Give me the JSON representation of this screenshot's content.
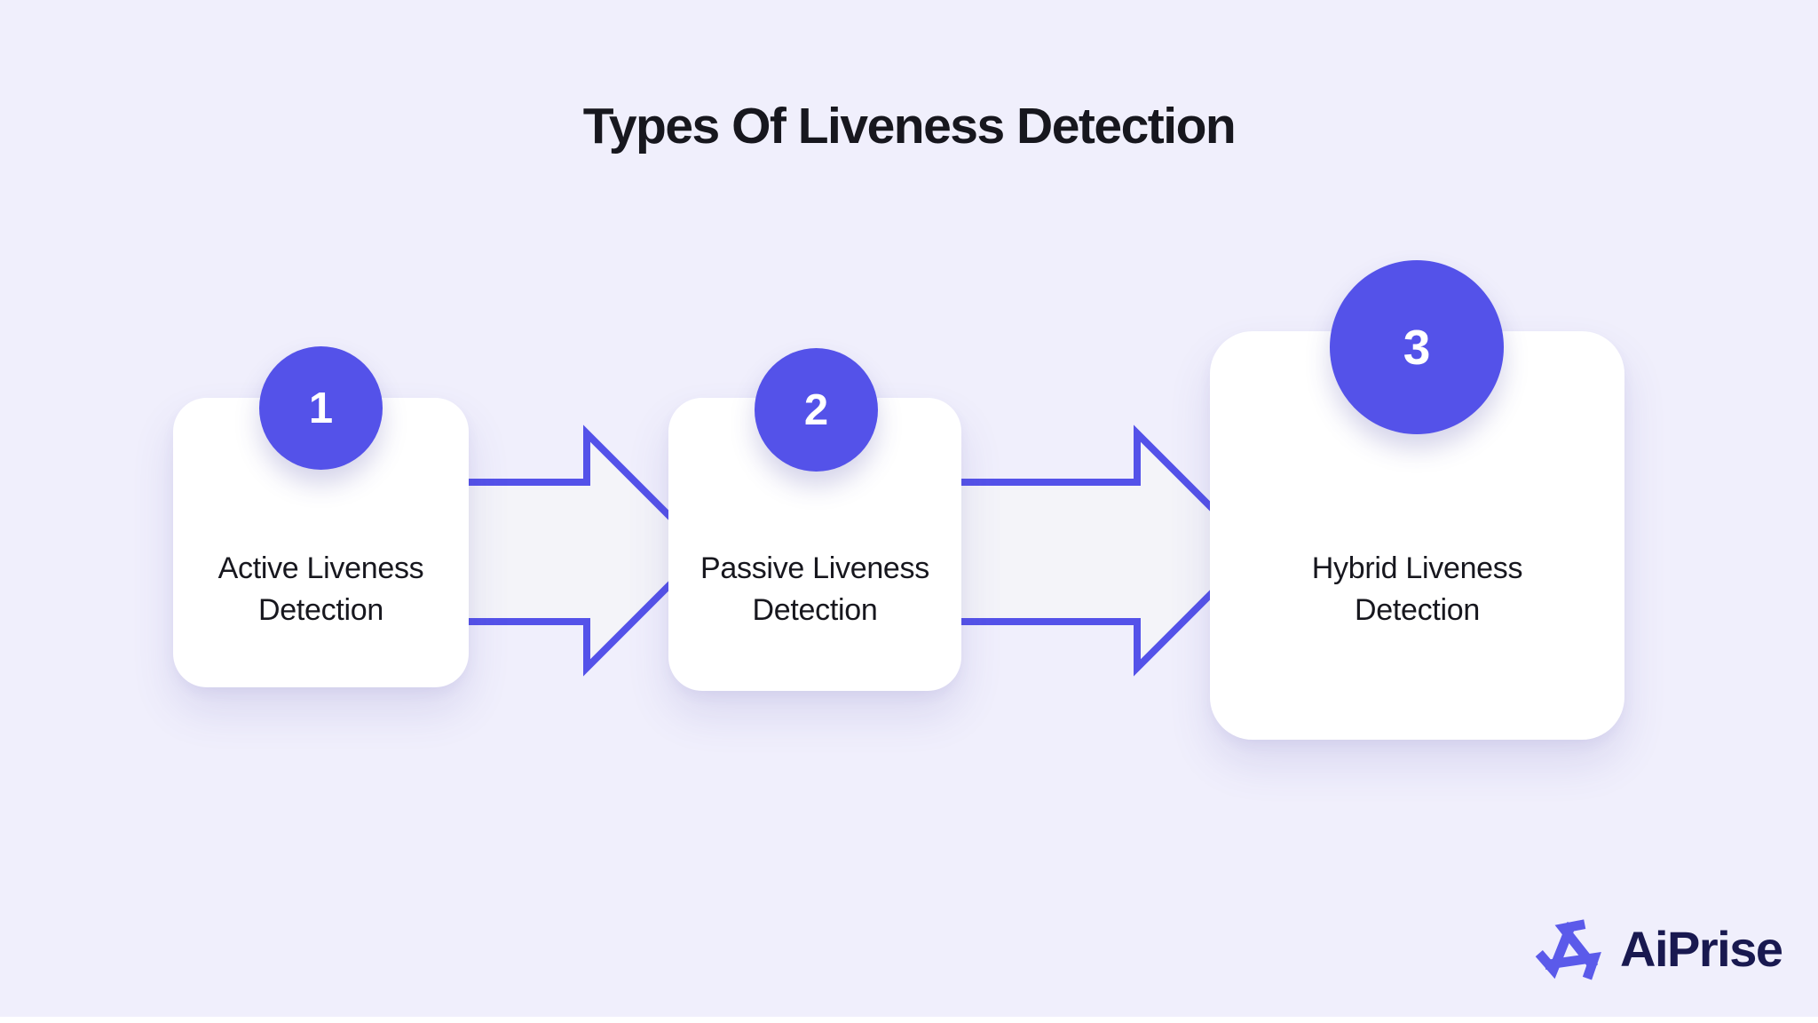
{
  "title": "Types Of Liveness Detection",
  "steps": [
    {
      "number": "1",
      "lines": [
        "Active Liveness",
        "Detection"
      ]
    },
    {
      "number": "2",
      "lines": [
        "Passive Liveness",
        "Detection"
      ]
    },
    {
      "number": "3",
      "lines": [
        "Hybrid Liveness",
        "Detection"
      ]
    }
  ],
  "logo": {
    "brand": "AiPrise"
  },
  "colors": {
    "page_bg": "#F0EFFC",
    "card_bg": "#FFFFFF",
    "accent": "#5452E9",
    "arrow_fill": "#F4F4F9",
    "text_dark": "#17171E",
    "step_number_color": "#FFFFFF",
    "logo_text": "#191950",
    "logo_mark": "#5B5AEA",
    "footer_strip": "#FFFFFF"
  }
}
